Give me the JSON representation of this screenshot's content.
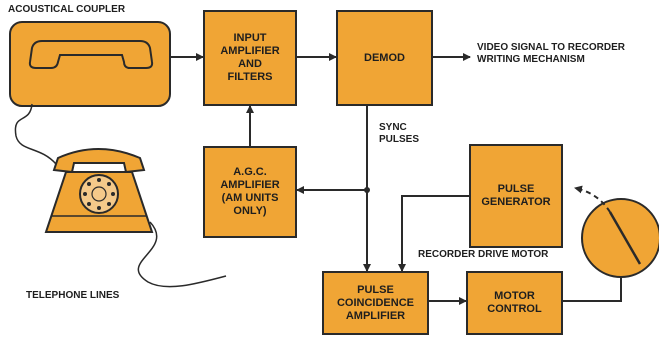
{
  "colors": {
    "block_fill": "#f0a535",
    "outline": "#2a2a2a",
    "background": "#ffffff"
  },
  "blocks": {
    "input_amplifier": "INPUT\nAMPLIFIER\nAND\nFILTERS",
    "demod": "DEMOD",
    "agc_amplifier": "A.G.C.\nAMPLIFIER\n(AM UNITS\nONLY)",
    "pulse_generator": "PULSE\nGENERATOR",
    "pulse_coincidence": "PULSE\nCOINCIDENCE\nAMPLIFIER",
    "motor_control": "MOTOR\nCONTROL"
  },
  "labels": {
    "acoustical_coupler": "ACOUSTICAL COUPLER",
    "video_signal": "VIDEO SIGNAL TO RECORDER\nWRITING MECHANISM",
    "sync_pulses": "SYNC\nPULSES",
    "recorder_drive_motor": "RECORDER DRIVE MOTOR",
    "telephone_lines": "TELEPHONE LINES"
  },
  "icons": {
    "coupler": "acoustical-coupler-icon",
    "telephone": "dial-telephone-icon",
    "motor": "drive-motor-dial-icon"
  }
}
